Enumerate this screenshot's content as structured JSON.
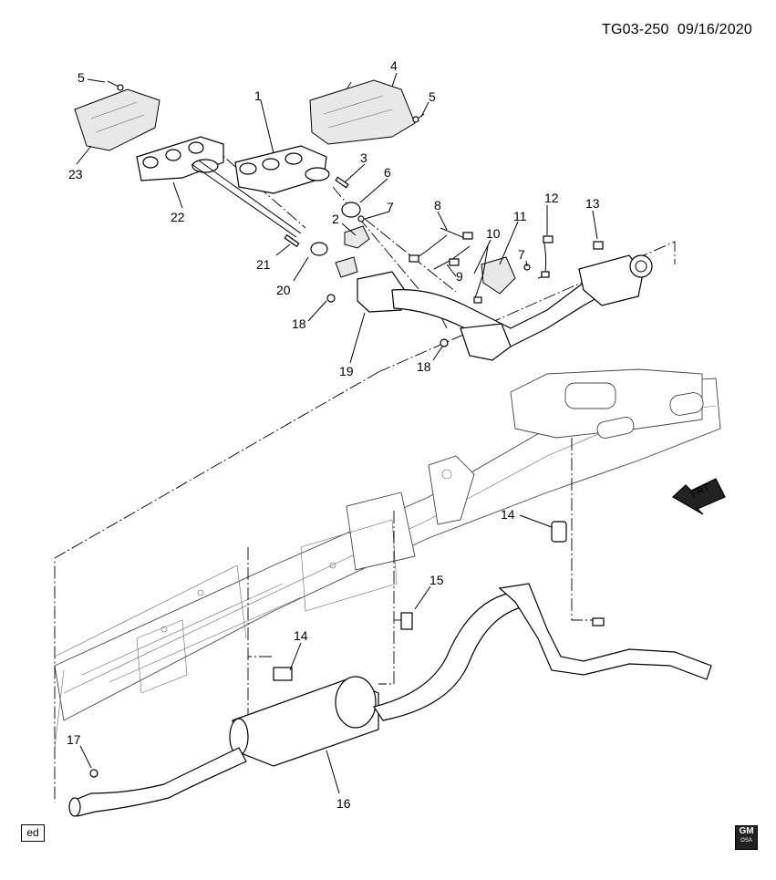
{
  "header": {
    "diagram_code": "TG03-250",
    "date": "09/16/2020"
  },
  "footer": {
    "ed_label": "ed",
    "badge_text": "GM",
    "badge_sub": "OSA"
  },
  "direction_arrow": {
    "label": "FRT"
  },
  "callouts": [
    "1",
    "2",
    "3",
    "4",
    "5",
    "5",
    "6",
    "7",
    "7",
    "8",
    "9",
    "10",
    "11",
    "12",
    "13",
    "14",
    "14",
    "15",
    "16",
    "17",
    "18",
    "18",
    "19",
    "20",
    "21",
    "22",
    "23"
  ]
}
